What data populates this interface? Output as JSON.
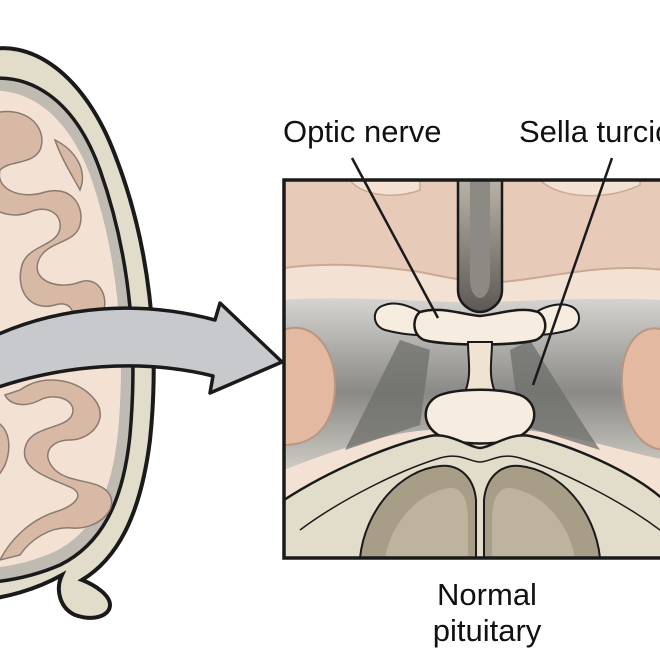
{
  "labels": {
    "optic_nerve": "Optic nerve",
    "sella_turcica": "Sella turcica",
    "caption_line1": "Normal",
    "caption_line2": "pituitary"
  },
  "colors": {
    "skull_bone": "#e2dccb",
    "brain_tissue": "#f3e2d4",
    "gyri_fold": "#d8b9a6",
    "gray_matter": "#bfbab2",
    "arrow_fill": "#c8c9cc",
    "outline": "#1a1a1a",
    "sella_shadow": "#777777",
    "nerve_fill": "#f6ecdf",
    "sphenoid_sinus": "#a89e88"
  }
}
